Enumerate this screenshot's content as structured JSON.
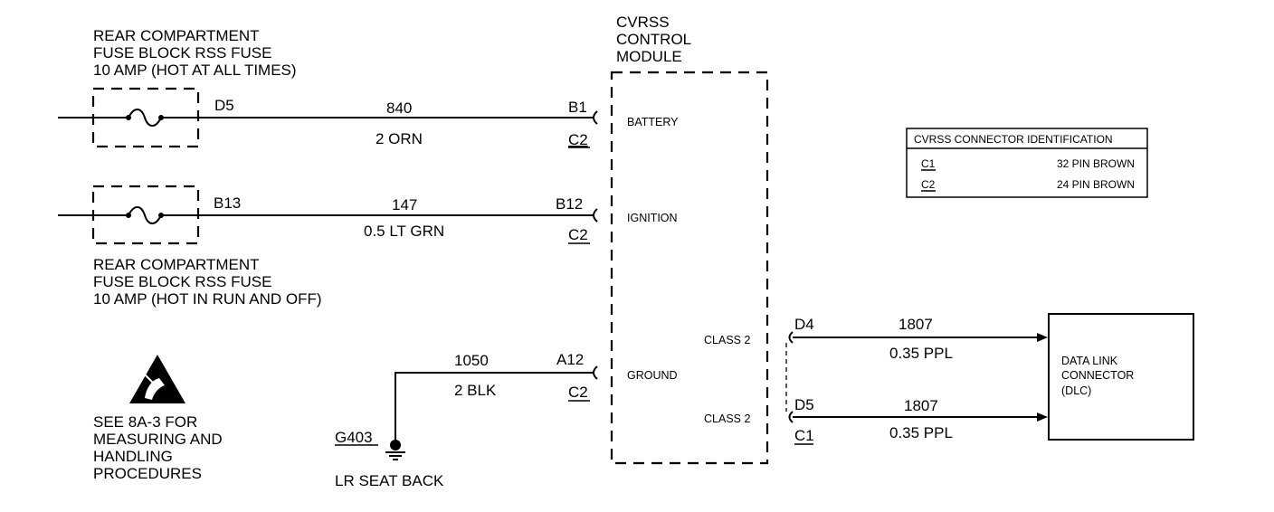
{
  "fuse_top": {
    "label_lines": [
      "REAR COMPARTMENT",
      "FUSE BLOCK RSS FUSE",
      "10 AMP (HOT AT ALL TIMES)"
    ],
    "terminal": "D5"
  },
  "fuse_bottom": {
    "label_lines": [
      "REAR COMPARTMENT",
      "FUSE BLOCK RSS FUSE",
      "10 AMP (HOT IN RUN AND OFF)"
    ],
    "terminal": "B13"
  },
  "module": {
    "title_lines": [
      "CVRSS",
      "CONTROL",
      "MODULE"
    ],
    "pins": {
      "battery": "BATTERY",
      "ignition": "IGNITION",
      "ground": "GROUND",
      "class2_top": "CLASS 2",
      "class2_bottom": "CLASS 2"
    }
  },
  "circuits": {
    "battery": {
      "circuit": "840",
      "wire": "2 ORN",
      "pin": "B1",
      "connector": "C2"
    },
    "ignition": {
      "circuit": "147",
      "wire": "0.5 LT GRN",
      "pin": "B12",
      "connector": "C2"
    },
    "ground": {
      "circuit": "1050",
      "wire": "2 BLK",
      "pin": "A12",
      "connector": "C2"
    },
    "data_top": {
      "circuit": "1807",
      "wire": "0.35 PPL",
      "pin": "D4"
    },
    "data_bottom": {
      "circuit": "1807",
      "wire": "0.35 PPL",
      "pin": "D5",
      "connector": "C1"
    }
  },
  "ground_point": {
    "id": "G403",
    "location": "LR SEAT BACK"
  },
  "esd_note": {
    "icon": "esd-warning-icon",
    "lines": [
      "SEE 8A-3 FOR",
      "MEASURING AND",
      "HANDLING",
      "PROCEDURES"
    ]
  },
  "dlc": {
    "lines": [
      "DATA LINK",
      "CONNECTOR",
      "(DLC)"
    ]
  },
  "connector_table": {
    "title": "CVRSS CONNECTOR IDENTIFICATION",
    "rows": [
      {
        "connector": "C1",
        "description": "32 PIN BROWN"
      },
      {
        "connector": "C2",
        "description": "24 PIN BROWN"
      }
    ]
  }
}
